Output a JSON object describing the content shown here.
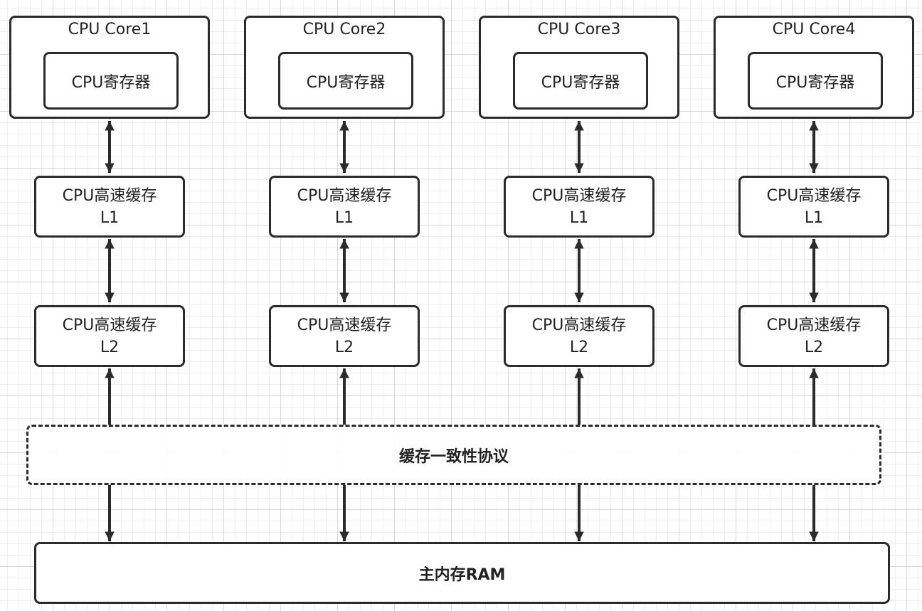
{
  "diagram": {
    "cores": [
      {
        "title": "CPU Core1",
        "register": "CPU寄存器",
        "l1": {
          "line1": "CPU高速缓存",
          "line2": "L1"
        },
        "l2": {
          "line1": "CPU高速缓存",
          "line2": "L2"
        }
      },
      {
        "title": "CPU Core2",
        "register": "CPU寄存器",
        "l1": {
          "line1": "CPU高速缓存",
          "line2": "L1"
        },
        "l2": {
          "line1": "CPU高速缓存",
          "line2": "L2"
        }
      },
      {
        "title": "CPU Core3",
        "register": "CPU寄存器",
        "l1": {
          "line1": "CPU高速缓存",
          "line2": "L1"
        },
        "l2": {
          "line1": "CPU高速缓存",
          "line2": "L2"
        }
      },
      {
        "title": "CPU Core4",
        "register": "CPU寄存器",
        "l1": {
          "line1": "CPU高速缓存",
          "line2": "L1"
        },
        "l2": {
          "line1": "CPU高速缓存",
          "line2": "L2"
        }
      }
    ],
    "protocol_label": "缓存一致性协议",
    "ram_label": "主内存RAM"
  }
}
